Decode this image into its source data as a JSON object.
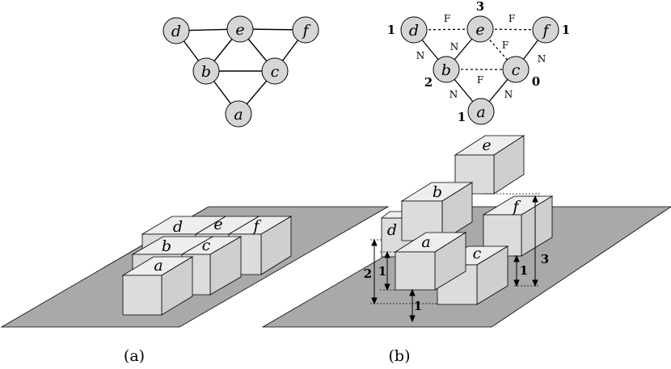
{
  "graph_a": {
    "nodes": {
      "d": "d",
      "e": "e",
      "f": "f",
      "b": "b",
      "c": "c",
      "a": "a"
    }
  },
  "graph_b": {
    "nodes": {
      "d": "d",
      "e": "e",
      "f": "f",
      "b": "b",
      "c": "c",
      "a": "a"
    },
    "heights": {
      "d": "1",
      "e": "3",
      "f": "1",
      "b": "2",
      "c": "0",
      "a": "1"
    },
    "edge_tags": {
      "de": "F",
      "ef": "F",
      "ec": "F",
      "bc": "F",
      "db": "N",
      "eb": "N",
      "fc": "N",
      "ba": "N",
      "ca": "N"
    }
  },
  "blocks_a": {
    "a": "a",
    "b": "b",
    "c": "c",
    "d": "d",
    "e": "e",
    "f": "f"
  },
  "blocks_b": {
    "labels": {
      "a": "a",
      "b": "b",
      "c": "c",
      "d": "d",
      "e": "e",
      "f": "f"
    },
    "dims": {
      "d2": "2",
      "d1a": "1",
      "d1b": "1",
      "d1f": "1",
      "d3": "3"
    }
  },
  "captions": {
    "a": "(a)",
    "b": "(b)"
  },
  "colors": {
    "plane": "#a9a9a9",
    "block_front": "#dcdcdc",
    "block_top": "#eeeeee",
    "block_side": "#cfcfcf",
    "node": "#d6d6d6"
  }
}
